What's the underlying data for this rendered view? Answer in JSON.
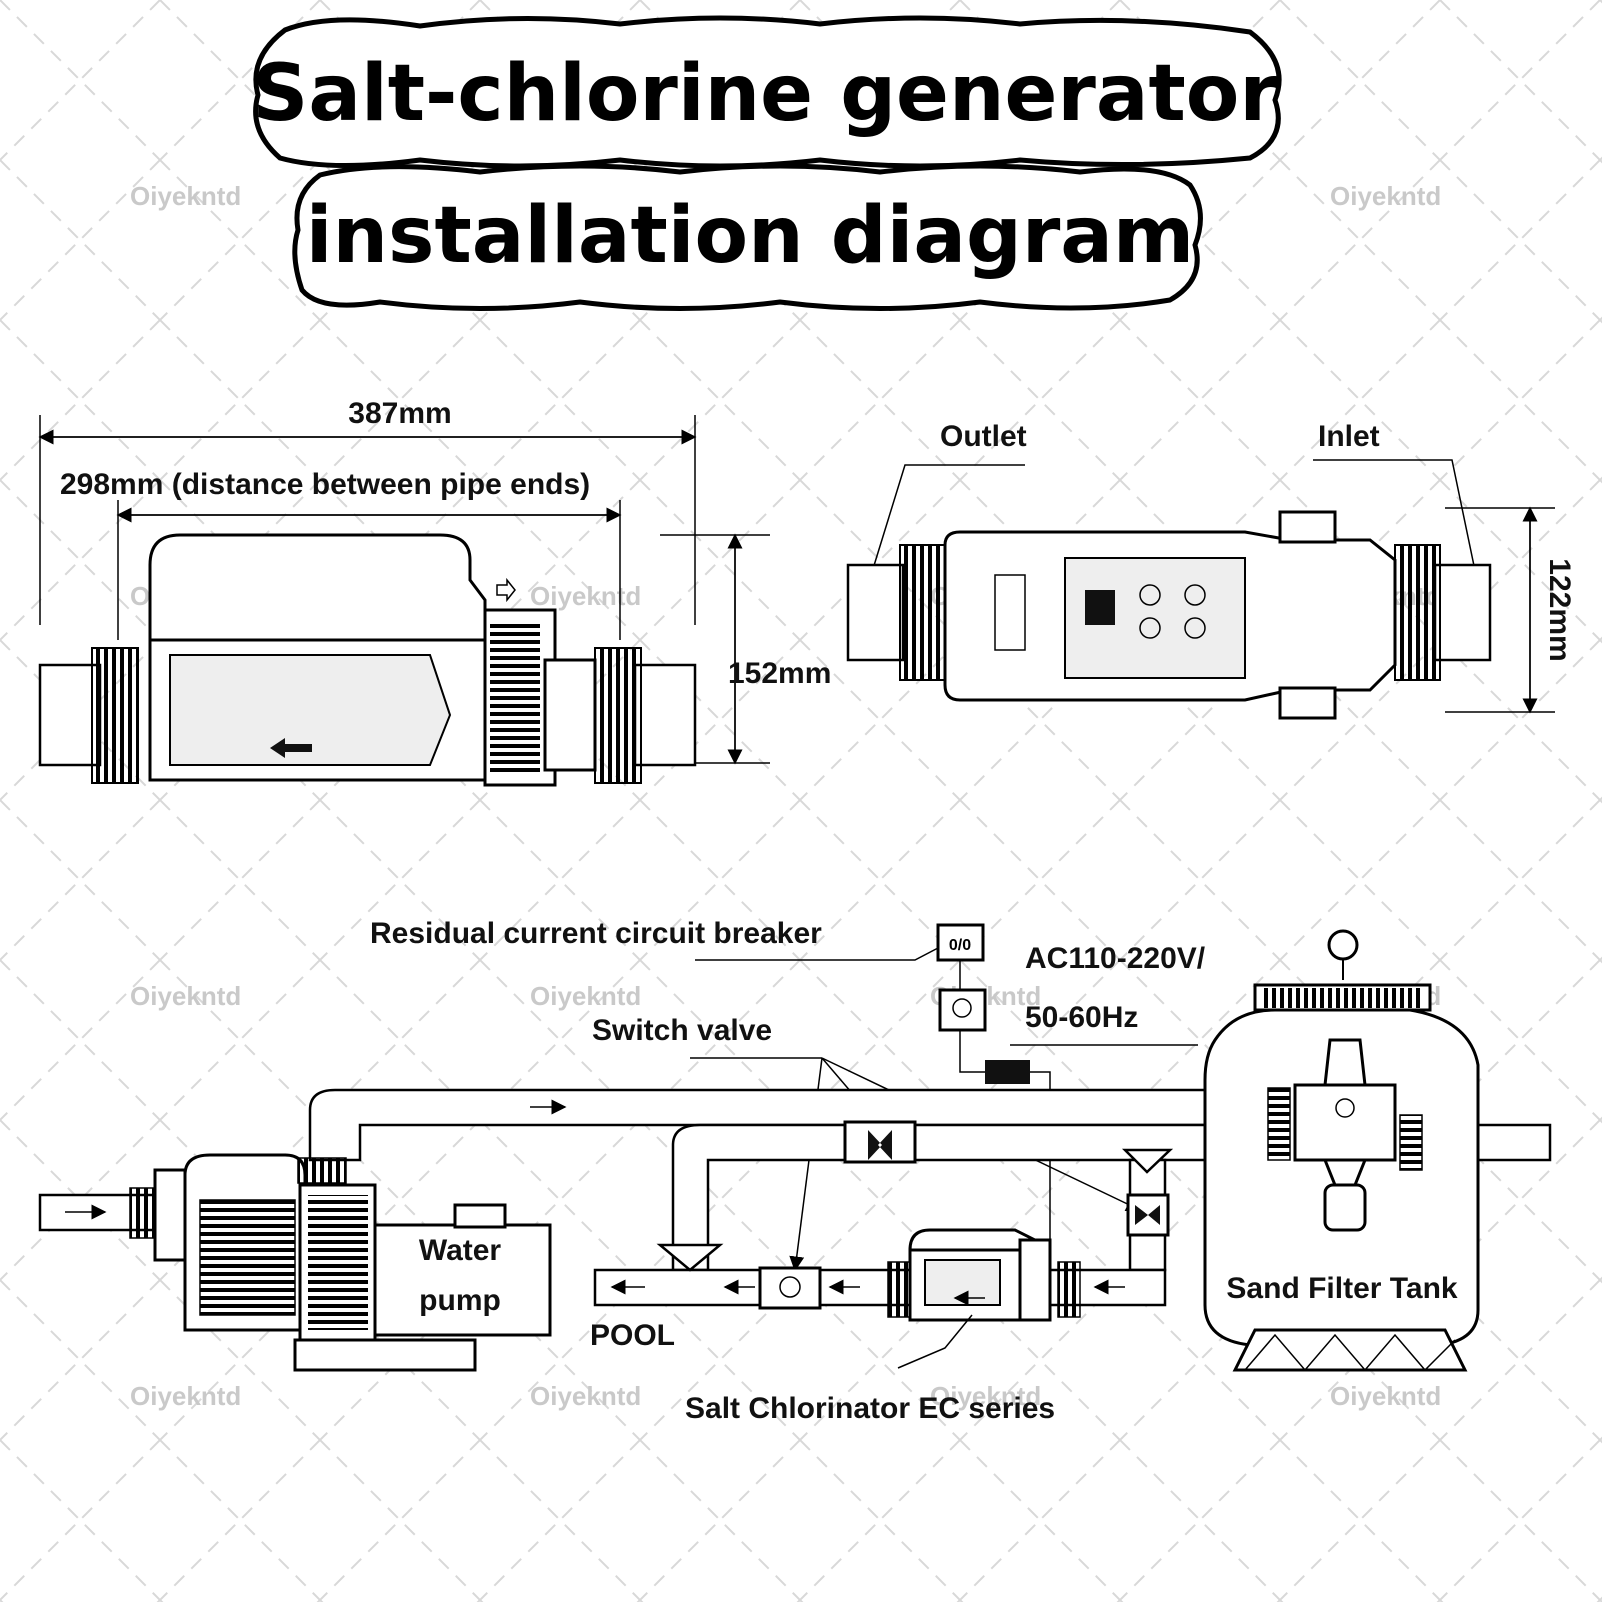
{
  "title": {
    "line1": "Salt-chlorine generator",
    "line2": "installation diagram"
  },
  "watermark": "Oiyekntd",
  "dimensions": {
    "overall_length": "387mm",
    "pipe_distance": "298mm (distance between pipe ends)",
    "height_side": "152mm",
    "height_top": "122mm"
  },
  "ports": {
    "outlet": "Outlet",
    "inlet": "Inlet"
  },
  "installation": {
    "breaker": "Residual current circuit breaker",
    "power_line1": "AC110-220V/",
    "power_line2": "50-60Hz",
    "switch_valve": "Switch valve",
    "pump_line1": "Water",
    "pump_line2": "pump",
    "pool": "POOL",
    "filter": "Sand Filter Tank",
    "chlorinator": "Salt Chlorinator EC series"
  },
  "breaker_display": "0/0"
}
